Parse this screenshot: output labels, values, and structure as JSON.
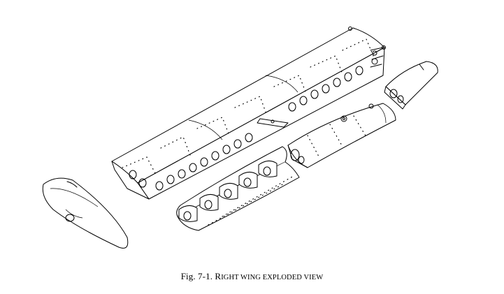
{
  "figure": {
    "caption_number": "Fig. 7-1.",
    "caption_first_letter": "R",
    "caption_rest": "ight wing exploded view"
  }
}
